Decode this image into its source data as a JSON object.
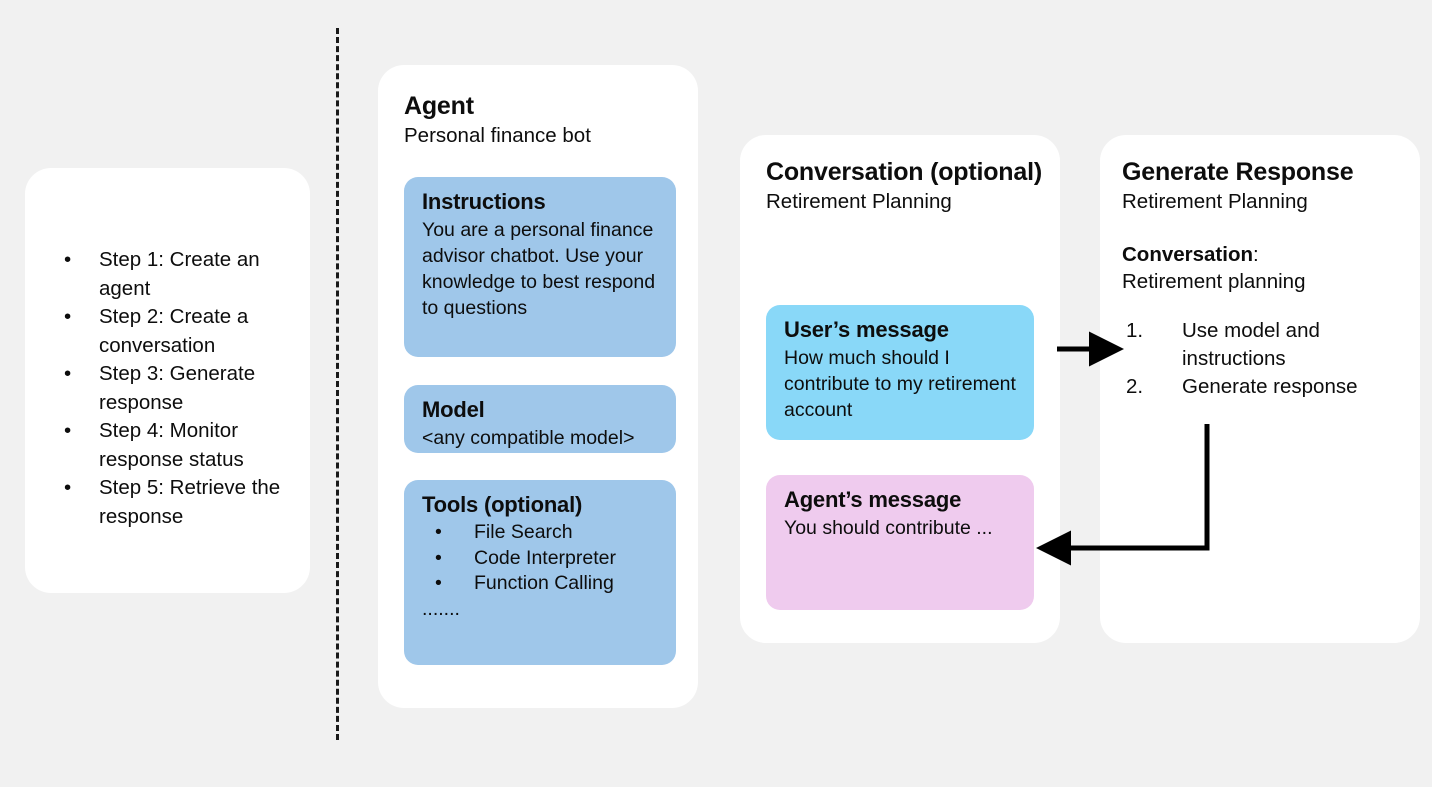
{
  "steps": {
    "bullet": "•",
    "items": [
      "Step 1: Create an agent",
      "Step 2: Create a conversation",
      "Step 3: Generate response",
      "Step 4: Monitor response status",
      "Step 5: Retrieve the response"
    ]
  },
  "agent": {
    "title": "Agent",
    "subtitle": "Personal finance bot",
    "instructions": {
      "title": "Instructions",
      "text": "You are a personal finance advisor chatbot. Use your knowledge to best respond to questions",
      "color": "#9fc7ea"
    },
    "model": {
      "title": "Model",
      "text": "<any compatible model>",
      "color": "#9fc7ea"
    },
    "tools": {
      "title": "Tools (optional)",
      "bullet": "•",
      "items": [
        "File Search",
        "Code Interpreter",
        "Function Calling"
      ],
      "ellipsis": ".......",
      "color": "#9fc7ea"
    }
  },
  "conversation": {
    "title": "Conversation (optional)",
    "subtitle": "Retirement Planning",
    "user_message": {
      "title": "User’s message",
      "text": "How much should I contribute to my retirement account",
      "color": "#89d8f8"
    },
    "agent_message": {
      "title": "Agent’s message",
      "text": "You should contribute ...",
      "color": "#efcbee"
    }
  },
  "generate": {
    "title": "Generate Response",
    "subtitle": "Retirement Planning",
    "conversation_label": "Conversation",
    "conversation_colon": ":",
    "conversation_value": "Retirement planning",
    "steps": [
      {
        "num": "1.",
        "text": "Use model and instructions"
      },
      {
        "num": "2.",
        "text": "Generate response"
      }
    ]
  },
  "theme": {
    "background": "#f1f1f1",
    "card": "#ffffff",
    "text": "#0d0d0d",
    "arrow": "#000000",
    "divider": "#1a1a1a"
  }
}
